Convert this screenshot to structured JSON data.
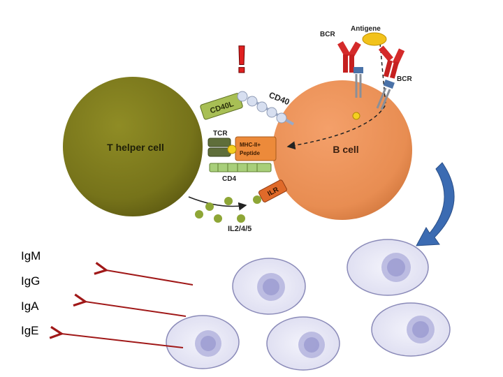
{
  "exclamation": "!",
  "diagram": {
    "t_cell": "T helper cell",
    "b_cell": "B cell",
    "cd40l": "CD40L",
    "cd40": "CD40",
    "tcr": "TCR",
    "mhc_line1": "MHC-II+",
    "mhc_line2": "Peptide",
    "cd4": "CD4",
    "ilr": "ILR",
    "interleukins": "IL2/4/5",
    "antigene": "Antigene",
    "bcr_left": "BCR",
    "bcr_right": "BCR"
  },
  "isotypes": [
    "IgM",
    "IgG",
    "IgA",
    "IgE"
  ],
  "colors": {
    "t_cell": "#7d7a1c",
    "b_cell": "#e9925a",
    "arrow_red": "#a01818",
    "curved_arrow": "#3b6bb2",
    "antigen": "#f2c21b",
    "bcr": "#d42a2a",
    "plasma_cell_nucleus": "#9a9ad0"
  }
}
